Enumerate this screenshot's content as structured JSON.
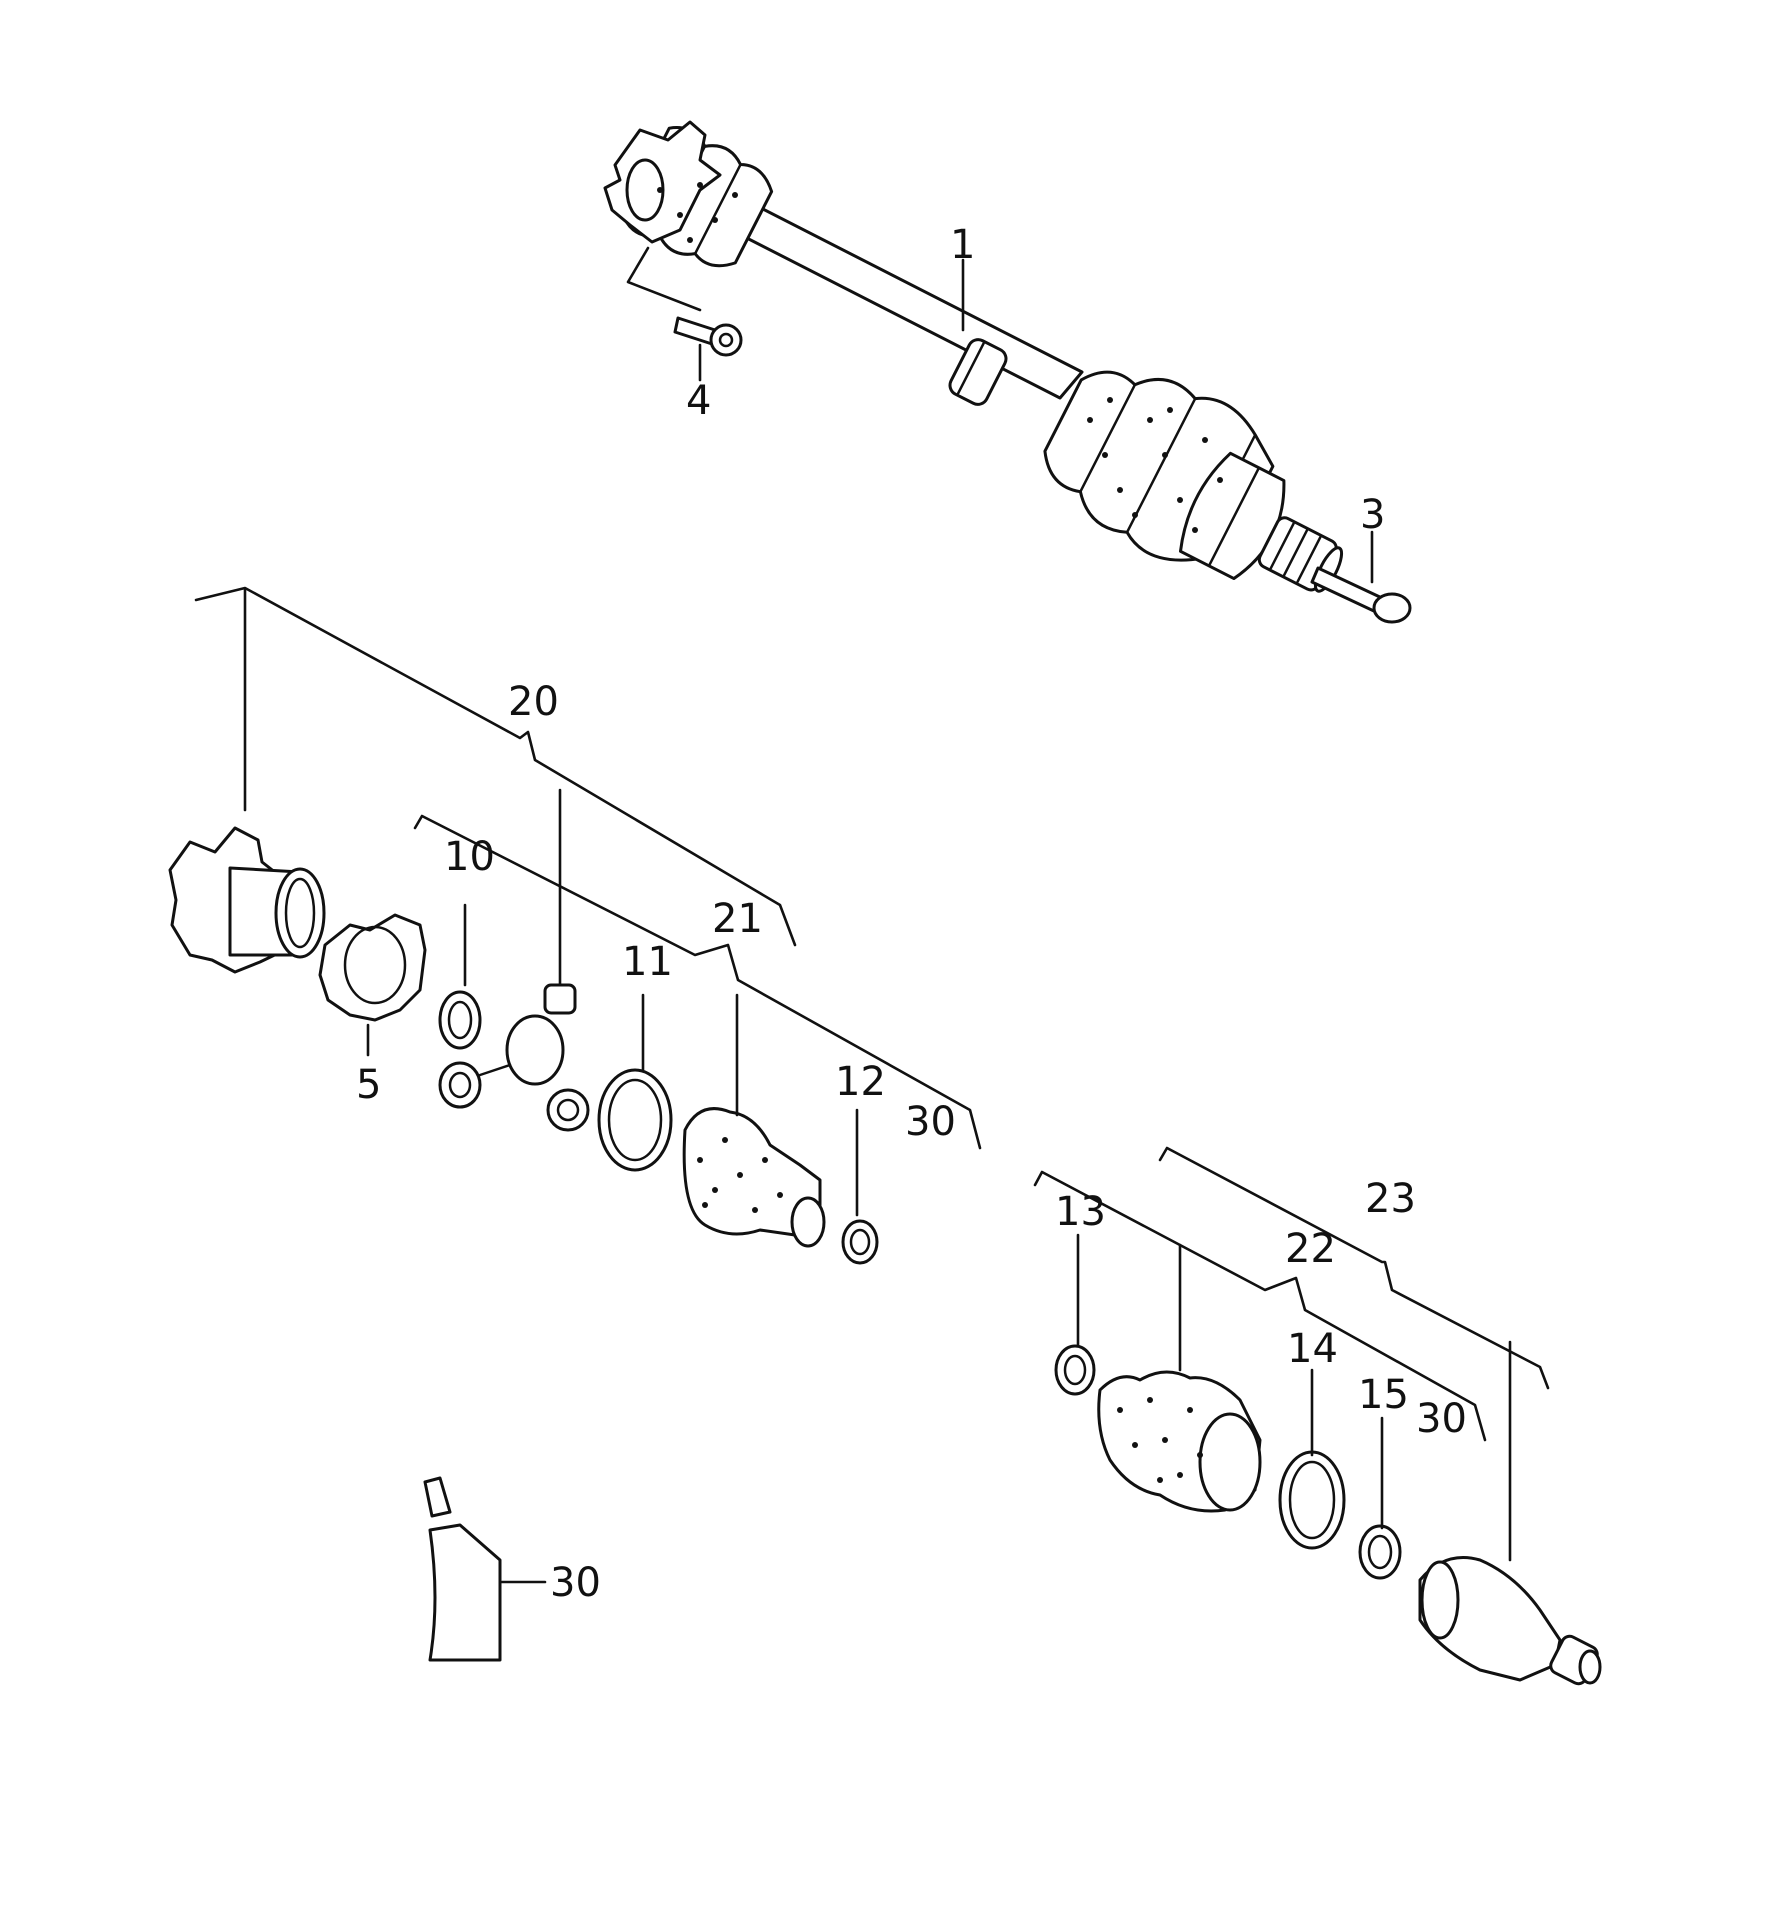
{
  "callouts": [
    {
      "id": "c1",
      "text": "1"
    },
    {
      "id": "c3",
      "text": "3"
    },
    {
      "id": "c4",
      "text": "4"
    },
    {
      "id": "c5",
      "text": "5"
    },
    {
      "id": "c10",
      "text": "10"
    },
    {
      "id": "c11",
      "text": "11"
    },
    {
      "id": "c12",
      "text": "12"
    },
    {
      "id": "c13",
      "text": "13"
    },
    {
      "id": "c14",
      "text": "14"
    },
    {
      "id": "c15",
      "text": "15"
    },
    {
      "id": "c20",
      "text": "20"
    },
    {
      "id": "c21",
      "text": "21"
    },
    {
      "id": "c22",
      "text": "22"
    },
    {
      "id": "c23",
      "text": "23"
    },
    {
      "id": "c30a",
      "text": "30"
    },
    {
      "id": "c30b",
      "text": "30"
    },
    {
      "id": "c30c",
      "text": "30"
    }
  ]
}
